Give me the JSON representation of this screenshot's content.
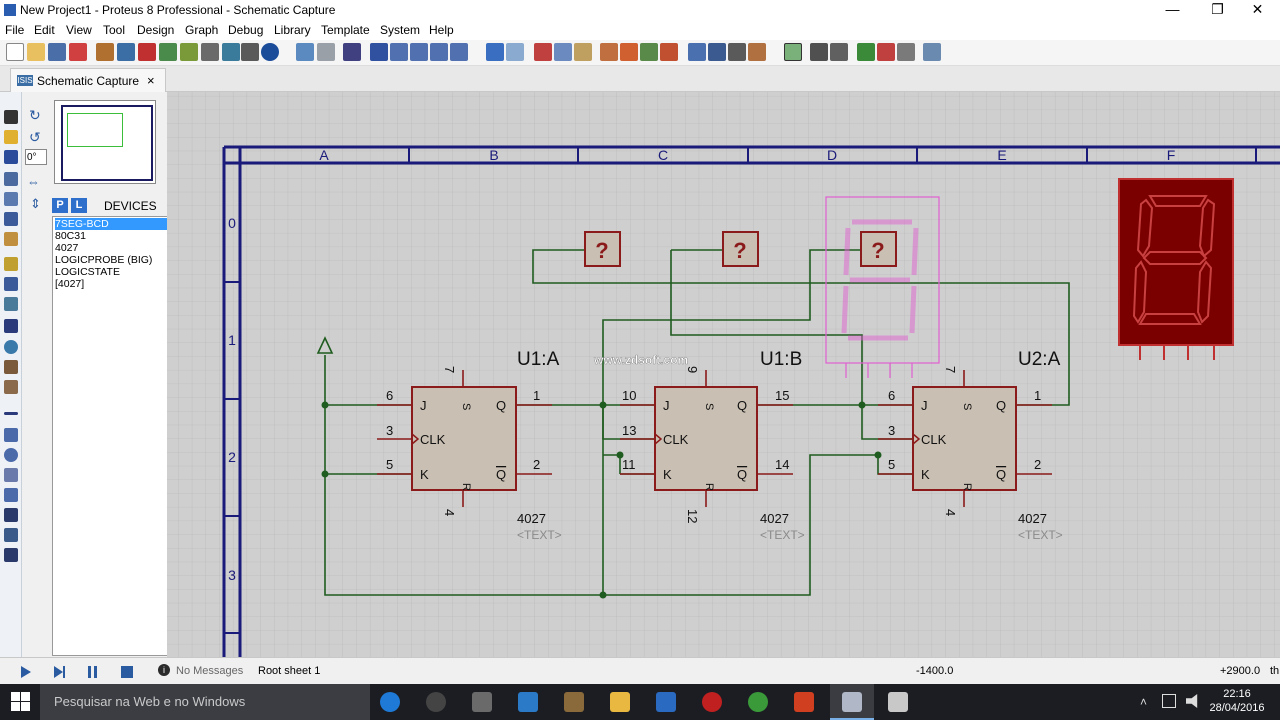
{
  "window": {
    "title": "New Project1 - Proteus 8 Professional - Schematic Capture",
    "minimize": "—",
    "restore": "❐",
    "close": "✕"
  },
  "menu": [
    "File",
    "Edit",
    "View",
    "Tool",
    "Design",
    "Graph",
    "Debug",
    "Library",
    "Template",
    "System",
    "Help"
  ],
  "tab": {
    "icon": "ISIS",
    "label": "Schematic Capture",
    "close": "×"
  },
  "left_panel": {
    "rotation": "0°",
    "pick_p": "P",
    "pick_l": "L",
    "devices_title": "DEVICES",
    "devices": [
      "7SEG-BCD",
      "80C31",
      "4027",
      "LOGICPROBE (BIG)",
      "LOGICSTATE",
      "[4027]"
    ],
    "selected_device": "7SEG-BCD"
  },
  "schematic": {
    "columns": [
      "A",
      "B",
      "C",
      "D",
      "E",
      "F"
    ],
    "rows": [
      "0",
      "1",
      "2",
      "3"
    ],
    "components": [
      {
        "ref": "U1:A",
        "part": "4027",
        "text": "<TEXT>",
        "pins": {
          "j": "6",
          "clk": "3",
          "k": "5",
          "q": "1",
          "qbar": "2",
          "s": "7",
          "r": "4"
        }
      },
      {
        "ref": "U1:B",
        "part": "4027",
        "text": "<TEXT>",
        "pins": {
          "j": "10",
          "clk": "13",
          "k": "11",
          "q": "15",
          "qbar": "14",
          "s": "9",
          "r": "12"
        }
      },
      {
        "ref": "U2:A",
        "part": "4027",
        "text": "<TEXT>",
        "pins": {
          "j": "6",
          "clk": "3",
          "k": "5",
          "q": "1",
          "qbar": "2",
          "s": "7",
          "r": "4"
        }
      }
    ],
    "pin_labels": {
      "j": "J",
      "clk": "CLK",
      "k": "K",
      "q": "Q",
      "qbar": "Q",
      "s": "S",
      "r": "R"
    },
    "probe_symbol": "?",
    "watermark": "www.zdsoft.com"
  },
  "status": {
    "messages": "No Messages",
    "sheet": "Root sheet 1",
    "coord_x": "-1400.0",
    "coord_y": "+2900.0",
    "suffix": "th"
  },
  "taskbar": {
    "search_placeholder": "Pesquisar na Web e no Windows",
    "time": "22:16",
    "date": "28/04/2016"
  },
  "colors": {
    "sheet_border": "#1a1a7a",
    "wire": "#1f5c1f",
    "component_fill": "#c9bfb2",
    "component_border": "#8b1a1a",
    "seg_display": "#7a0000",
    "canvas": "#c8c8c8"
  }
}
